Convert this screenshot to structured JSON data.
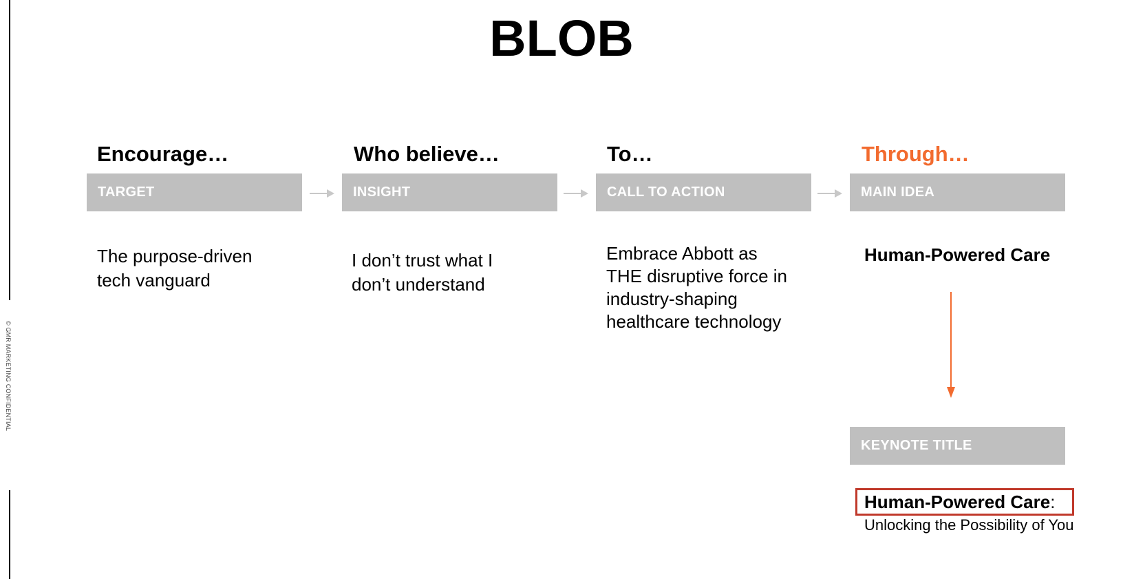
{
  "slide": {
    "title": "BLOB",
    "footer_confidential": "© GMR MARKETING CONFIDENTIAL"
  },
  "columns": [
    {
      "heading": "Encourage…",
      "label": "TARGET",
      "body_lines": [
        "The purpose-driven",
        "tech vanguard"
      ]
    },
    {
      "heading": "Who believe…",
      "label": "INSIGHT",
      "body_lines": [
        "I don’t trust what I",
        "don’t understand"
      ]
    },
    {
      "heading": "To…",
      "label": "CALL TO ACTION",
      "body_lines": [
        "Embrace Abbott as",
        "THE disruptive force in",
        "industry-shaping",
        "healthcare technology"
      ]
    },
    {
      "heading": "Through…",
      "label": "MAIN IDEA",
      "main_idea": "Human-Powered Care"
    }
  ],
  "keynote": {
    "label": "KEYNOTE TITLE",
    "title": "Human-Powered Care",
    "title_suffix": ":",
    "subtitle": "Unlocking the Possibility of You"
  },
  "colors": {
    "accent_orange": "#f26b2f",
    "label_bar_gray": "#bfbfbf",
    "highlight_border": "#c0392b",
    "connector_gray": "#c8c8c8"
  }
}
